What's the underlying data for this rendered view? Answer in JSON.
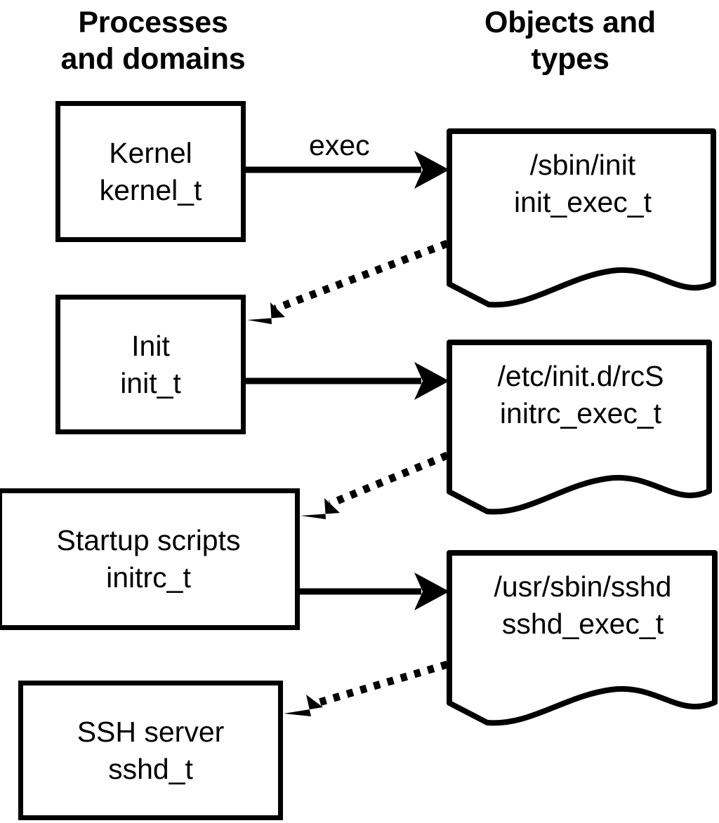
{
  "headers": {
    "left": "Processes\nand domains",
    "right": "Objects and\ntypes"
  },
  "processes": [
    {
      "id": "kernel",
      "name": "Kernel",
      "type": "kernel_t"
    },
    {
      "id": "init",
      "name": "Init",
      "type": "init_t"
    },
    {
      "id": "initrc",
      "name": "Startup scripts",
      "type": "initrc_t"
    },
    {
      "id": "sshd",
      "name": "SSH server",
      "type": "sshd_t"
    }
  ],
  "objects": [
    {
      "id": "init-exec",
      "path": "/sbin/init",
      "type": "init_exec_t"
    },
    {
      "id": "initrc-exec",
      "path": "/etc/init.d/rcS",
      "type": "initrc_exec_t"
    },
    {
      "id": "sshd-exec",
      "path": "/usr/sbin/sshd",
      "type": "sshd_exec_t"
    }
  ],
  "edges": [
    {
      "id": "exec-1",
      "label": "exec",
      "style": "solid",
      "from": "kernel",
      "to": "init-exec"
    },
    {
      "id": "trans-1",
      "label": "",
      "style": "dotted",
      "from": "init-exec",
      "to": "init"
    },
    {
      "id": "exec-2",
      "label": "",
      "style": "solid",
      "from": "init",
      "to": "initrc-exec"
    },
    {
      "id": "trans-2",
      "label": "",
      "style": "dotted",
      "from": "initrc-exec",
      "to": "initrc"
    },
    {
      "id": "exec-3",
      "label": "",
      "style": "solid",
      "from": "initrc",
      "to": "sshd-exec"
    },
    {
      "id": "trans-3",
      "label": "",
      "style": "dotted",
      "from": "sshd-exec",
      "to": "sshd"
    }
  ],
  "colors": {
    "stroke": "#000000",
    "background": "#ffffff"
  }
}
